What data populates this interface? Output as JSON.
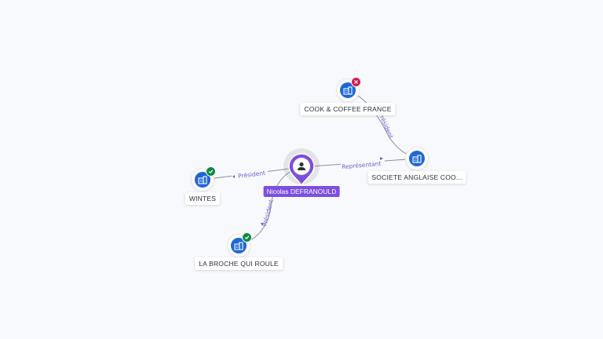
{
  "center_person": {
    "name": "Nicolas DEFRANOULD",
    "icon": "person-icon",
    "color": "#7c4fe0"
  },
  "companies": [
    {
      "name": "COOK & COFFEE FRANCE",
      "status": "closed",
      "icon": "building-icon"
    },
    {
      "name": "SOCIETE ANGLAISE COO...",
      "status": "none",
      "icon": "building-icon"
    },
    {
      "name": "WINTES",
      "status": "active",
      "icon": "building-icon"
    },
    {
      "name": "LA BROCHE QUI ROULE",
      "status": "active",
      "icon": "building-icon"
    }
  ],
  "edges": [
    {
      "from": "Nicolas DEFRANOULD",
      "to": "WINTES",
      "label": "Président"
    },
    {
      "from": "Nicolas DEFRANOULD",
      "to": "SOCIETE ANGLAISE COO...",
      "label": "Représentant"
    },
    {
      "from": "Nicolas DEFRANOULD",
      "to": "LA BROCHE QUI ROULE",
      "label": "Président"
    },
    {
      "from": "SOCIETE ANGLAISE COO...",
      "to": "COOK & COFFEE FRANCE",
      "label": "Président"
    }
  ],
  "colors": {
    "company_node": "#1f67d8",
    "status_active": "#0d8a43",
    "status_closed": "#d21b4a",
    "edge_label": "#6b62c9"
  }
}
